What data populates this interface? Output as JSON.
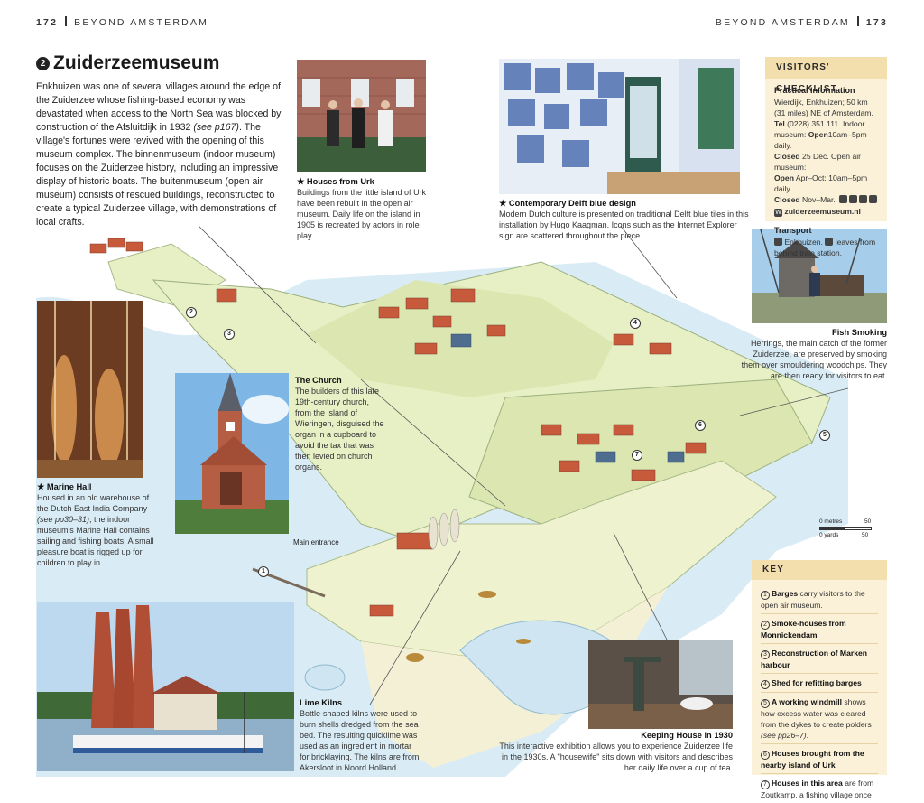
{
  "header": {
    "left_page": "172",
    "left_title": "BEYOND AMSTERDAM",
    "right_title": "BEYOND AMSTERDAM",
    "right_page": "173"
  },
  "article": {
    "number": "2",
    "title": "Zuiderzeemuseum",
    "intro_a": "Enkhuizen was one of several villages around the edge of the Zuiderzee whose fishing-based economy was devastated when access to the North Sea was blocked by construction of the Afsluitdijk in 1932 ",
    "intro_ref": "(see p167)",
    "intro_b": ". The village's fortunes were revived with the opening of this museum complex. The binnenmuseum (indoor museum) focuses on the Zuiderzee history, including an impressive display of historic boats. The buitenmuseum (open air museum) consists of rescued buildings, reconstructed to create a typical Zuiderzee village, with demonstrations of local crafts."
  },
  "captions": {
    "urk": {
      "title": "★ Houses from Urk",
      "text": "Buildings from the little island of Urk have been rebuilt in the open air museum. Daily life on the island in 1905 is recreated by actors in role play."
    },
    "delft": {
      "title": "★ Contemporary Delft blue design",
      "text": "Modern Dutch culture is presented on traditional Delft blue tiles in this installation by Hugo Kaagman. Icons such as the Internet Explorer sign are scattered throughout the piece."
    },
    "church": {
      "title": "The Church",
      "text": "The builders of this late 19th-century church, from the island of Wieringen, disguised the organ in a cupboard to avoid the tax that was then levied on church organs."
    },
    "marine": {
      "title": "★ Marine Hall",
      "text_a": "Housed in an old warehouse of the Dutch East India Company ",
      "ref": "(see pp30–31)",
      "text_b": ", the indoor museum's Marine Hall contains sailing and fishing boats. A small pleasure boat is rigged up for children to play in."
    },
    "fish": {
      "title": "Fish Smoking",
      "text": "Herrings, the main catch of the former Zuiderzee, are preserved by smoking them over smouldering woodchips. They are then ready for visitors to eat."
    },
    "kilns": {
      "title": "Lime Kilns",
      "text": "Bottle-shaped kilns were used to burn shells dredged from the sea bed. The resulting quicklime was used as an ingredient in mortar for bricklaying. The kilns are from Akersloot in Noord Holland."
    },
    "keeping": {
      "title": "Keeping House in 1930",
      "text": "This interactive exhibition allows you to experience Zuiderzee life in the 1930s. A \"housewife\" sits down with visitors and describes her daily life over a cup of tea."
    }
  },
  "map": {
    "entrance_label": "Main entrance",
    "scale_metres": "0 metres",
    "scale_metres_val": "50",
    "scale_yards": "0 yards",
    "scale_yards_val": "50",
    "pins": [
      "1",
      "2",
      "3",
      "4",
      "5",
      "6",
      "7"
    ]
  },
  "checklist": {
    "heading": "VISITORS' CHECKLIST",
    "practical_heading": "Practical Information",
    "address": "Wierdijk, Enkhuizen; 50 km (31 miles) NE of Amsterdam.",
    "tel_label": "Tel",
    "tel": "(0228) 351 111.",
    "indoor_a": "Indoor museum:",
    "open_label": "Open",
    "indoor_hours": "10am–5pm daily.",
    "closed_label": "Closed",
    "closed_a": "25 Dec. Open air museum:",
    "open_air_hours": "Apr–Oct: 10am–5pm daily.",
    "closed_b": "Nov–Mar.",
    "website": "zuiderzeemuseum.nl",
    "transport_heading": "Transport",
    "transport_a": "Enkhuizen.",
    "transport_b": "leaves from behind train station."
  },
  "key": {
    "heading": "KEY",
    "items": [
      {
        "n": "1",
        "bold": "Barges",
        "rest": " carry visitors to the open air museum."
      },
      {
        "n": "2",
        "bold": "Smoke-houses from Monnickendam",
        "rest": ""
      },
      {
        "n": "3",
        "bold": "Reconstruction of Marken harbour",
        "rest": ""
      },
      {
        "n": "4",
        "bold": "Shed for refitting barges",
        "rest": ""
      },
      {
        "n": "5",
        "bold": "A working windmill",
        "rest": " shows how excess water was cleared from the dykes to create polders ",
        "ref": "(see pp26–7)",
        "tail": "."
      },
      {
        "n": "6",
        "bold": "Houses brought from the nearby island of Urk",
        "rest": ""
      },
      {
        "n": "7",
        "bold": "Houses in this area",
        "rest": " are from Zoutkamp, a fishing village once on the Zuiderzee."
      }
    ]
  },
  "colors": {
    "panel_bg": "#fbf1d8",
    "panel_head": "#f3dfad",
    "water": "#cfe6f2",
    "land": "#e7efc4",
    "roof": "#c85a3c"
  }
}
